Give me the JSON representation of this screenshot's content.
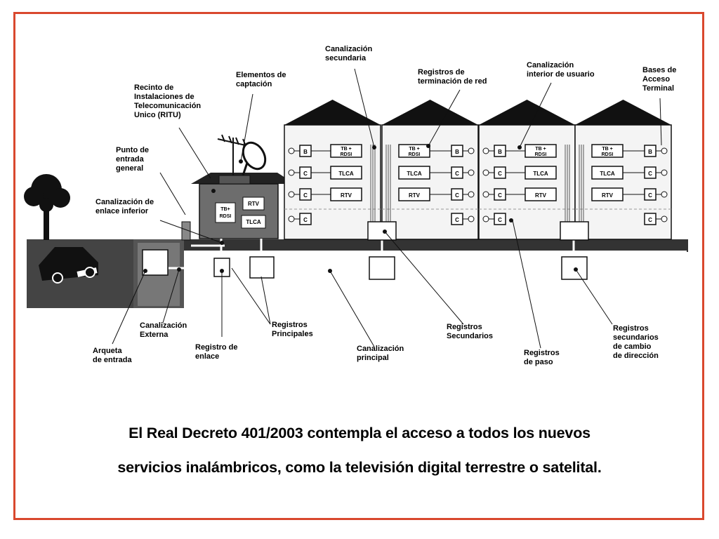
{
  "colors": {
    "frame": "#d9482e",
    "ground": "#444444",
    "ritu": "#6d6d6d",
    "building": "#f4f4f4",
    "roof": "#111111"
  },
  "labels": {
    "canal_secundaria": [
      "Canalización",
      "secundaria"
    ],
    "registros_terminacion": [
      "Registros de",
      "terminación de red"
    ],
    "canal_interior": [
      "Canalización",
      "interior de usuario"
    ],
    "bases_acceso": [
      "Bases de",
      "Acceso",
      "Terminal"
    ],
    "ritu": [
      "Recinto de",
      "Instalaciones de",
      "Telecomunicación",
      "Unico (RITU)"
    ],
    "elementos": [
      "Elementos de",
      "captación"
    ],
    "punto_entrada": [
      "Punto de",
      "entrada",
      "general"
    ],
    "canal_enlace": [
      "Canalización de",
      "enlace inferior"
    ],
    "canal_externa": [
      "Canalización",
      "Externa"
    ],
    "arqueta": [
      "Arqueta",
      "de entrada"
    ],
    "registro_enlace": [
      "Registro de",
      "enlace"
    ],
    "registros_principales": [
      "Registros",
      "Principales"
    ],
    "canal_principal": [
      "Canalización",
      "principal"
    ],
    "registros_secundarios": [
      "Registros",
      "Secundarios"
    ],
    "registros_paso": [
      "Registros",
      "de paso"
    ],
    "registros_cambio": [
      "Registros",
      "secundarios",
      "de cambio",
      "de dirección"
    ]
  },
  "boxes": {
    "tb": [
      "TB +",
      "RDSI"
    ],
    "tlca": "TLCA",
    "rtv": "RTV",
    "b": "B",
    "c": "C",
    "ritu_tb": [
      "TB+",
      "RDSI"
    ],
    "ritu_rtv": "RTV",
    "ritu_tlca": "TLCA"
  },
  "caption": {
    "line1": "El Real Decreto 401/2003 contempla el acceso a todos los nuevos",
    "line2": "servicios inalámbricos, como la televisión digital terrestre o satelital."
  }
}
